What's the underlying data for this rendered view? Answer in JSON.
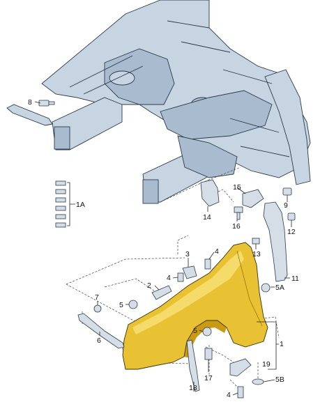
{
  "colors": {
    "body_fill": "#c7d4e2",
    "body_fill_dark": "#a9bccf",
    "body_stroke": "#2b3a4a",
    "fender_fill": "#e9c233",
    "fender_highlight": "#f5dc6a",
    "fender_shadow": "#c99a12",
    "part_fill": "#d5dde6",
    "text": "#111111"
  },
  "callouts": {
    "c1": "1",
    "c1A": "1A",
    "c2": "2",
    "c3": "3",
    "c4a": "4",
    "c4b": "4",
    "c4c": "4",
    "c5a": "5",
    "c5b": "5",
    "c5A": "5A",
    "c5B": "5B",
    "c6": "6",
    "c7": "7",
    "c8": "8",
    "c9": "9",
    "c11": "11",
    "c12": "12",
    "c13": "13",
    "c14": "14",
    "c15": "15",
    "c16": "16",
    "c17": "17",
    "c18": "18",
    "c19": "19"
  }
}
